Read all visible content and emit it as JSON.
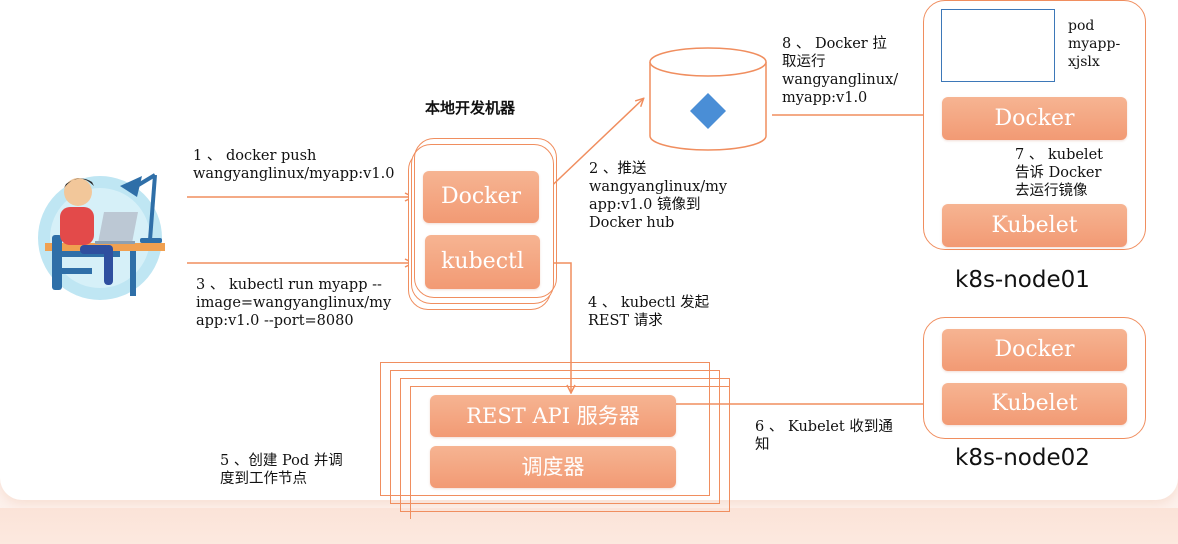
{
  "local_machine": {
    "title": "本地开发机器",
    "docker_label": "Docker",
    "kubectl_label": "kubectl"
  },
  "steps": {
    "step1": "1 、 docker push\nwangyanglinux/myapp:v1.0",
    "step2": "2 、推送\nwangyanglinux/my\napp:v1.0  镜像到\nDocker hub",
    "step3": "3 、 kubectl run myapp --\nimage=wangyanglinux/my\napp:v1.0 --port=8080",
    "step4": "4 、 kubectl  发起\nREST  请求",
    "step5": "5 、创建  Pod  并调\n度到工作节点",
    "step6": "6 、 Kubelet  收到通\n知",
    "step7": "7 、 kubelet\n告诉  Docker\n去运行镜像",
    "step8": "8 、 Docker  拉\n取运行\nwangyanglinux/\nmyapp:v1.0"
  },
  "master": {
    "api_server_label": "REST API  服务器",
    "scheduler_label": "调度器"
  },
  "node01": {
    "title": "k8s-node01",
    "pod_label": "pod\nmyapp-\nxjslx",
    "docker_label": "Docker",
    "kubelet_label": "Kubelet"
  },
  "node02": {
    "title": "k8s-node02",
    "docker_label": "Docker",
    "kubelet_label": "Kubelet"
  },
  "colors": {
    "accent": "#f08e5f",
    "button": "#f2a07b",
    "diamond": "#4a8ed6"
  }
}
